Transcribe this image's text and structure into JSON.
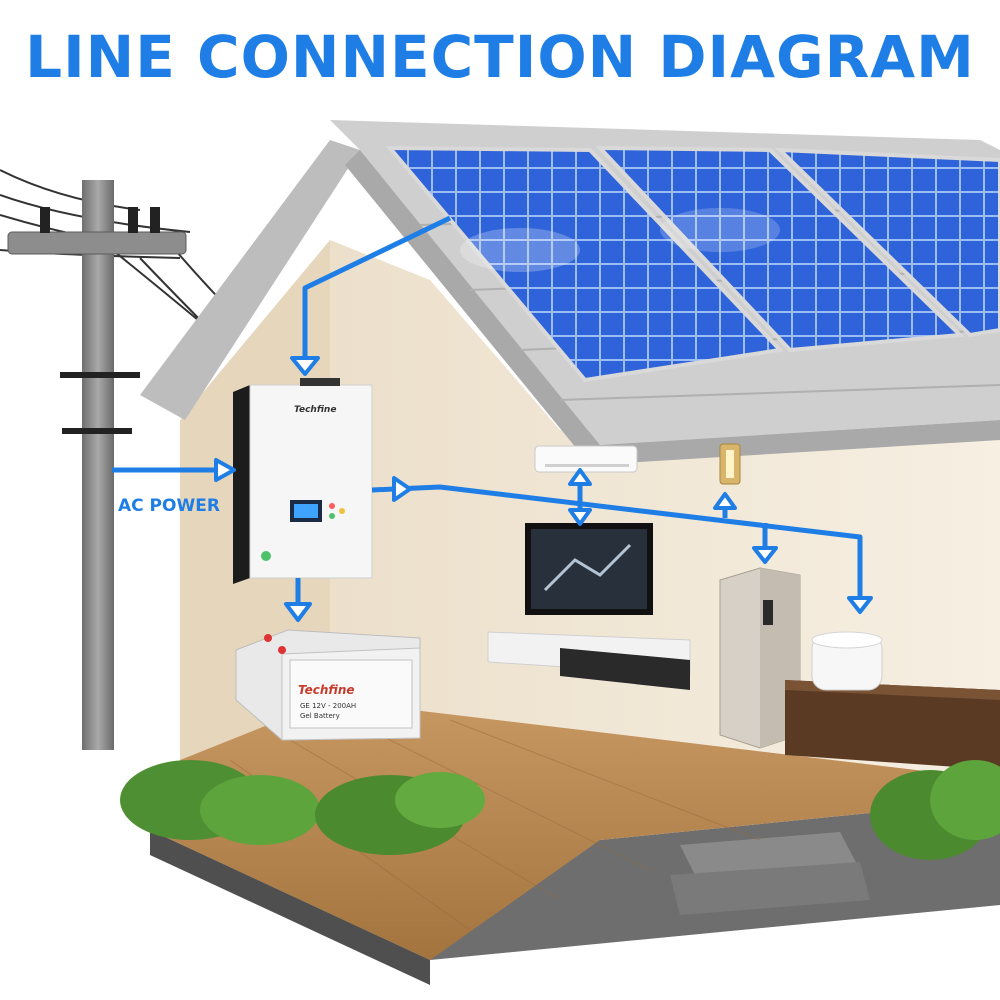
{
  "title": "LINE CONNECTION DIAGRAM",
  "labels": {
    "ac_power": "AC POWER"
  },
  "inverter": {
    "brand": "Techfine"
  },
  "battery": {
    "brand": "Techfine",
    "model": "GE 12V - 200AH",
    "type": "Gel Battery"
  },
  "colors": {
    "accent": "#1f7ee6",
    "wall": "#f1e7d6",
    "floor": "#b98a55",
    "panel": "#2f5fd8",
    "roof": "#cfcfcf"
  }
}
